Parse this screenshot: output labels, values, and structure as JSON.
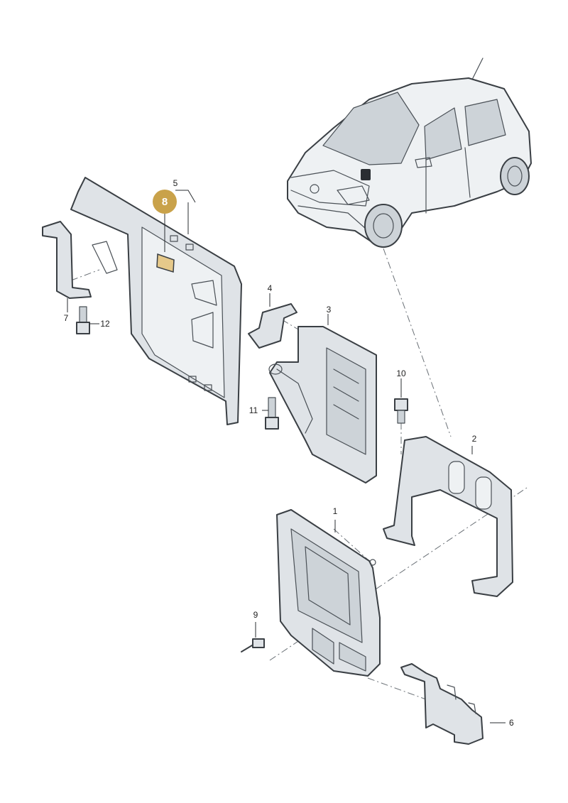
{
  "callouts": {
    "c1": "1",
    "c2": "2",
    "c3": "3",
    "c4": "4",
    "c5": "5",
    "c6": "6",
    "c7": "7",
    "c9": "9",
    "c10": "10",
    "c11": "11",
    "c12": "12"
  },
  "highlight": {
    "number": "8",
    "color": "#c9a24a",
    "part_fill": "#e6c98a"
  },
  "colors": {
    "part": "#dfe3e7",
    "outline": "#3a3f44"
  }
}
